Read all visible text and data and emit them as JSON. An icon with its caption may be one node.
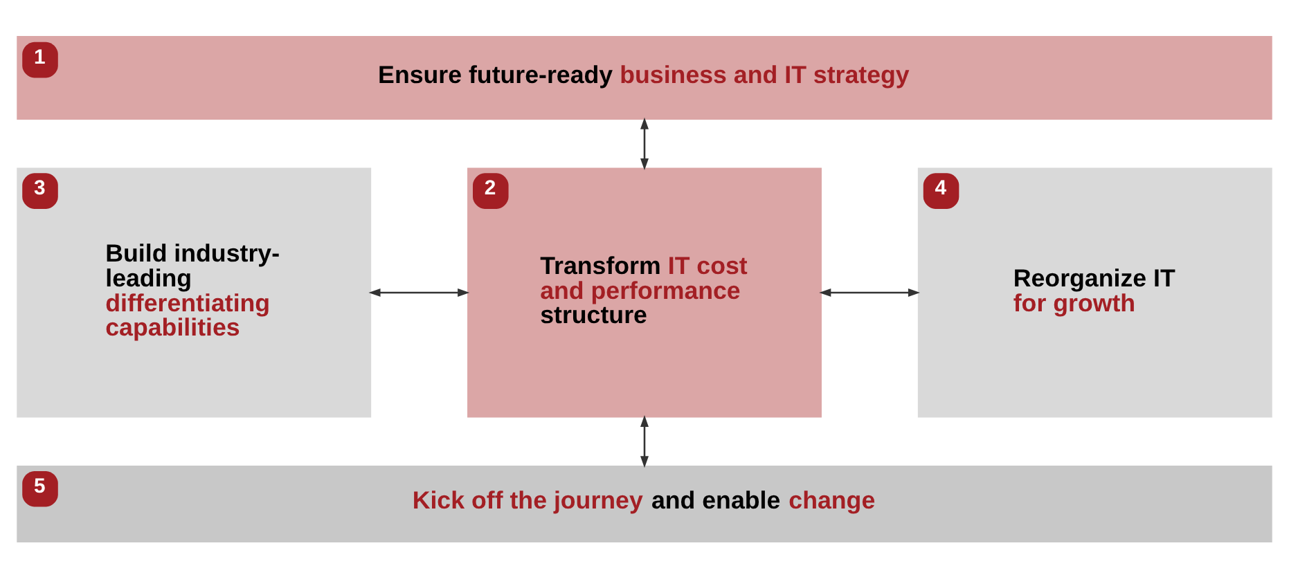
{
  "diagram": {
    "nodes": [
      {
        "text": [
          "1",
          "Ensure future-ready **business and IT strategy**"
        ]
      },
      {
        "text": [
          "3",
          "Build industry-leading **differentiating capabilities**"
        ]
      },
      {
        "text": [
          "2",
          "Transform **IT cost and performance** structure"
        ]
      },
      {
        "text": [
          "4",
          "Reorganize IT **for growth**"
        ]
      },
      {
        "text": [
          "5",
          "**Kick off the journey** and enable **change**"
        ]
      }
    ],
    "edges": [
      {
        "from": 0,
        "to": 2,
        "arrow": "both"
      },
      {
        "from": 1,
        "to": 2,
        "arrow": "both"
      },
      {
        "from": 2,
        "to": 3,
        "arrow": "both"
      },
      {
        "from": 2,
        "to": 4,
        "arrow": "both"
      }
    ]
  }
}
